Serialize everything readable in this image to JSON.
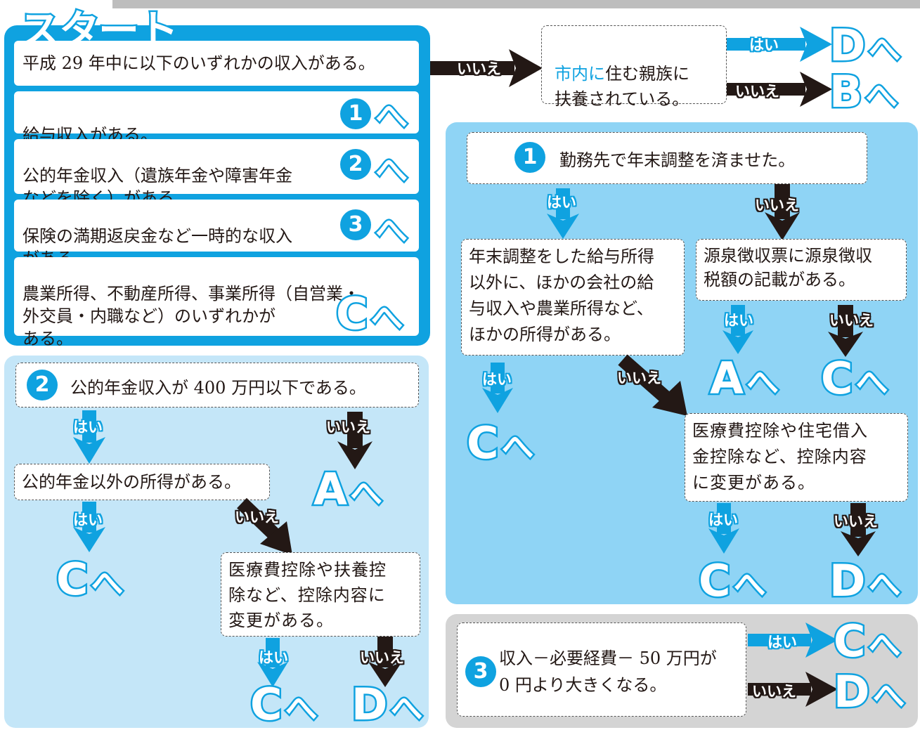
{
  "colors": {
    "accent": "#0fa2e0",
    "dark": "#231815",
    "panel_mid": "#8fd4f5",
    "panel_light": "#c4e6f8",
    "panel_gray": "#d4d4d4"
  },
  "labels": {
    "yes": "はい",
    "no": "いいえ",
    "to": "へ"
  },
  "start": {
    "title": "スタート",
    "question": "平成 29 年中に以下のいずれかの収入がある。",
    "options": [
      {
        "text": "給与収入がある。",
        "goto": "1"
      },
      {
        "text": "公的年金収入（遺族年金や障害年金\nなどを除く）がある。",
        "goto": "2"
      },
      {
        "text": "保険の満期返戻金など一時的な収入\nがある。",
        "goto": "3"
      },
      {
        "text": "農業所得、不動産所得、事業所得（自営業・\n外交員・内職など）のいずれかが\nある。",
        "goto": "C"
      }
    ]
  },
  "no_income": {
    "question_highlight": "市内に",
    "question_rest": "住む親族に\n扶養されている。",
    "yes_goto": "D",
    "no_goto": "B"
  },
  "flow1": {
    "number": "1",
    "question": "勤務先で年末調整を済ませた。",
    "yes_question": "年末調整をした給与所得\n以外に、ほかの会社の給\n与収入や農業所得など、\nほかの所得がある。",
    "yes_yes_goto": "C",
    "no_question": "源泉徴収票に源泉徴収\n税額の記載がある。",
    "no_yes_goto": "A",
    "no_no_goto": "C",
    "deduction_question": "医療費控除や住宅借入\n金控除など、控除内容\nに変更がある。",
    "deduction_yes_goto": "C",
    "deduction_no_goto": "D"
  },
  "flow2": {
    "number": "2",
    "question": "公的年金収入が 400 万円以下である。",
    "no_goto": "A",
    "yes_question": "公的年金以外の所得がある。",
    "yes_yes_goto": "C",
    "deduction_question": "医療費控除や扶養控\n除など、控除内容に\n変更がある。",
    "deduction_yes_goto": "C",
    "deduction_no_goto": "D"
  },
  "flow3": {
    "number": "3",
    "question": "収入－必要経費－ 50 万円が\n0 円より大きくなる。",
    "yes_goto": "C",
    "no_goto": "D"
  }
}
